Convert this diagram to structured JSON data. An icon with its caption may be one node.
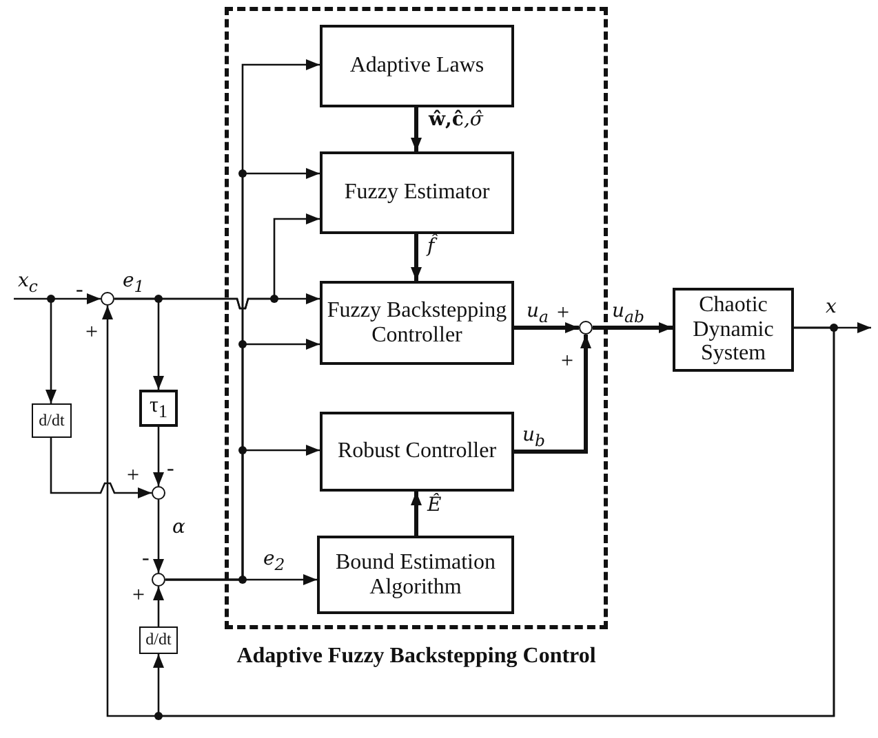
{
  "diagram": {
    "nodes": [
      {
        "text": [
          "Adaptive Fuzzy Backstepping Control"
        ]
      },
      {
        "text": [
          "Adaptive Laws"
        ],
        "in": 0
      },
      {
        "text": [
          "Fuzzy Estimator"
        ],
        "in": 0
      },
      {
        "text": [
          "Fuzzy Backstepping Controller"
        ],
        "in": 0
      },
      {
        "text": [
          "Robust Controller"
        ],
        "in": 0
      },
      {
        "text": [
          "Bound Estimation Algorithm"
        ],
        "in": 0
      },
      {
        "text": [
          "Chaotic Dynamic System"
        ]
      },
      {
        "text": [
          "d/dt"
        ]
      },
      {
        "text": [
          "τ$_{1}$"
        ]
      },
      {
        "text": [
          "d/dt"
        ]
      },
      {
        "text": [],
        "shape": "circle"
      },
      {
        "text": [],
        "shape": "circle"
      },
      {
        "text": [],
        "shape": "circle"
      },
      {
        "text": [],
        "shape": "circle",
        "in": 0
      }
    ],
    "edges": [
      {
        "from": null,
        "to": 10,
        "arrow": "to",
        "label": "x$_{c}$"
      },
      {
        "from": null,
        "to": 7,
        "arrow": "to"
      },
      {
        "from": 10,
        "to": 3,
        "arrow": "to",
        "label": "e$_{1}$"
      },
      {
        "from": 10,
        "to": 2,
        "arrow": "to"
      },
      {
        "from": 10,
        "to": 8,
        "arrow": "to"
      },
      {
        "from": 8,
        "to": 11,
        "arrow": "to"
      },
      {
        "from": 7,
        "to": 11,
        "arrow": "to"
      },
      {
        "from": 11,
        "to": 12,
        "arrow": "to",
        "label": "α"
      },
      {
        "from": 12,
        "to": 5,
        "arrow": "to",
        "label": "e$_{2}$"
      },
      {
        "from": 12,
        "to": 1,
        "arrow": "to"
      },
      {
        "from": 12,
        "to": 2,
        "arrow": "to"
      },
      {
        "from": 12,
        "to": 3,
        "arrow": "to"
      },
      {
        "from": 12,
        "to": 4,
        "arrow": "to"
      },
      {
        "from": 1,
        "to": 2,
        "arrow": "to",
        "label": "**ŵ,ĉ**,σ̂",
        "style": "thick"
      },
      {
        "from": 2,
        "to": 3,
        "arrow": "to",
        "label": "f̂",
        "style": "thick"
      },
      {
        "from": 5,
        "to": 4,
        "arrow": "to",
        "label": "Ê",
        "style": "thick"
      },
      {
        "from": 3,
        "to": 13,
        "arrow": "to",
        "label": "u$_{a}$",
        "style": "thick"
      },
      {
        "from": 4,
        "to": 13,
        "arrow": "to",
        "label": "u$_{b}$",
        "style": "thick"
      },
      {
        "from": 13,
        "to": 6,
        "arrow": "to",
        "label": "u$_{ab}$",
        "style": "thick"
      },
      {
        "from": 6,
        "to": null,
        "arrow": "to",
        "label": "x"
      },
      {
        "from": 6,
        "to": 10,
        "arrow": "to"
      },
      {
        "from": 6,
        "to": 9,
        "arrow": "to"
      },
      {
        "from": 9,
        "to": 12,
        "arrow": "to"
      }
    ],
    "labels": [
      "-",
      "+",
      "-",
      "+",
      "-",
      "+",
      "+",
      "+"
    ]
  }
}
